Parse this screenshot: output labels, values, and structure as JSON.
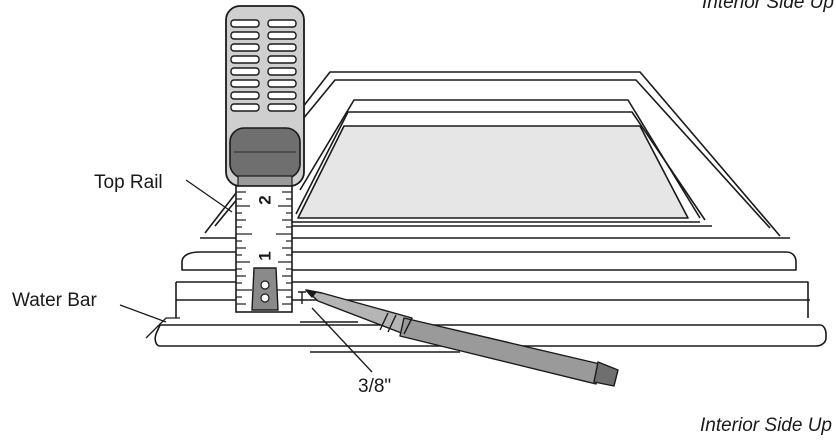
{
  "labels": {
    "top_right_caption": "Interior Side Up",
    "bottom_right_caption": "Interior Side Up",
    "top_rail": "Top Rail",
    "water_bar": "Water Bar",
    "measurement": "3/8\""
  },
  "tape": {
    "mark_upper": "2",
    "mark_lower": "1"
  },
  "colors": {
    "line": "#1a1a1a",
    "tape_body": "#cfcfcf",
    "tape_dark": "#9a9a9a",
    "tape_clip": "#6f6f6f",
    "glass": "#e6e6e6",
    "pencil": "#b5b5b5"
  }
}
